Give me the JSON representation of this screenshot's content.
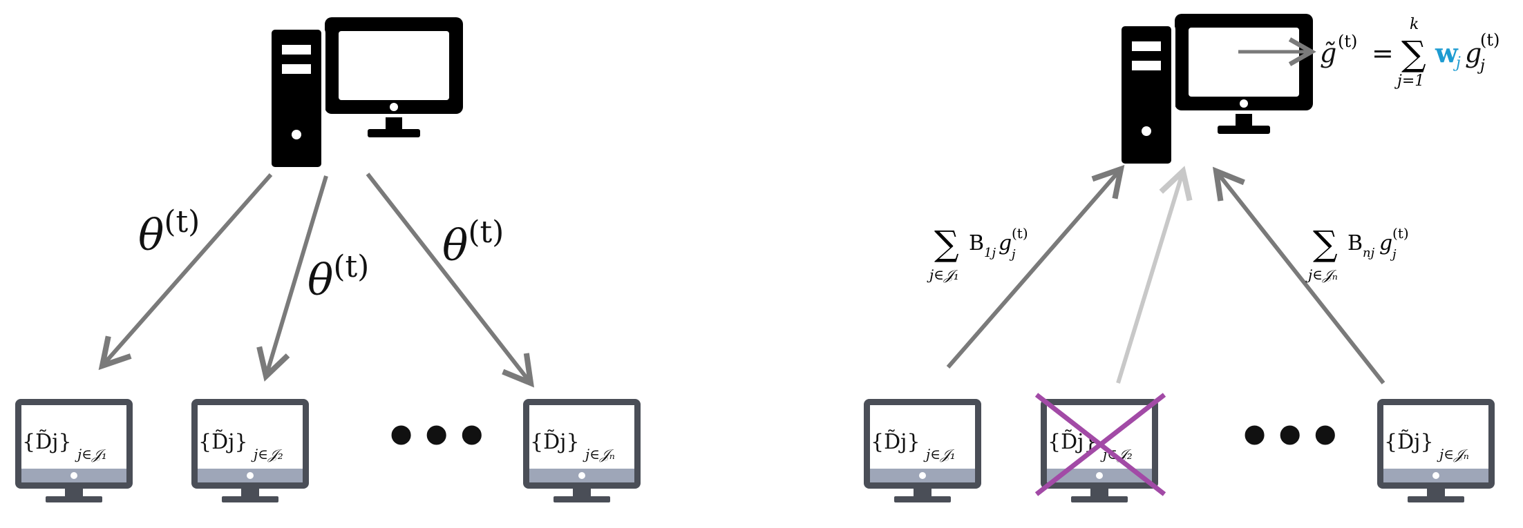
{
  "left_panel": {
    "broadcast_label": "θ",
    "broadcast_sup": "(t)",
    "clients": [
      {
        "set_label": "{D̃j}",
        "subscript": "j∈𝒥₁"
      },
      {
        "set_label": "{D̃j}",
        "subscript": "j∈𝒥₂"
      },
      {
        "set_label": "{D̃j}",
        "subscript": "j∈𝒥ₙ"
      }
    ],
    "ellipsis": "•••"
  },
  "right_panel": {
    "aggregation": {
      "lhs": "g̃",
      "lhs_sup": "(t)",
      "equals": "=",
      "sum_top": "k",
      "sum_bottom": "j=1",
      "weight": "w",
      "weight_sub": "j",
      "term": "g",
      "term_sub": "j",
      "term_sup": "(t)"
    },
    "uploads": [
      {
        "sum_bottom": "j∈𝒥₁",
        "coef": "B",
        "coef_sub": "1j",
        "term": "g",
        "term_sub": "j",
        "term_sup": "(t)"
      },
      {
        "sum_bottom": "j∈𝒥ₙ",
        "coef": "B",
        "coef_sub": "nj",
        "term": "g",
        "term_sub": "j",
        "term_sup": "(t)"
      }
    ],
    "clients": [
      {
        "set_label": "{D̃j}",
        "subscript": "j∈𝒥₁"
      },
      {
        "set_label": "{D̃j}",
        "subscript": "j∈𝒥₂"
      },
      {
        "set_label": "{D̃j}",
        "subscript": "j∈𝒥ₙ"
      }
    ],
    "ellipsis": "•••",
    "colors": {
      "cross": "#a24aa6",
      "weight": "#1d9bd1",
      "faded_arrow": "#c8c8c8",
      "arrow": "#7a7a7a"
    }
  }
}
